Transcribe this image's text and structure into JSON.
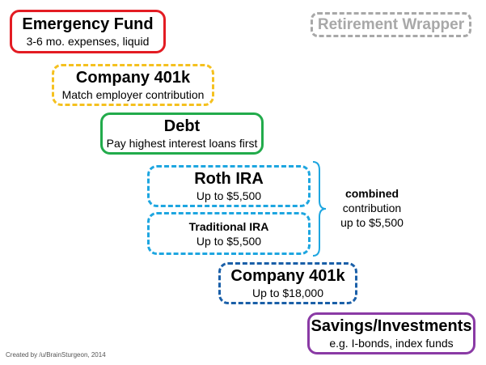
{
  "boxes": {
    "emergency_fund": {
      "title": "Emergency Fund",
      "subtitle": "3-6 mo. expenses, liquid",
      "color": "#e31c23",
      "border": "solid"
    },
    "company_401k_match": {
      "title": "Company 401k",
      "subtitle": "Match employer contribution",
      "color": "#f5c11f",
      "border": "dashed"
    },
    "debt": {
      "title": "Debt",
      "subtitle": "Pay highest interest loans first",
      "color": "#22ab4b",
      "border": "solid"
    },
    "roth_ira": {
      "title": "Roth IRA",
      "subtitle": "Up to $5,500",
      "color": "#1ea6e0",
      "border": "dashed"
    },
    "traditional_ira": {
      "title": "Traditional IRA",
      "subtitle": "Up to $5,500",
      "color": "#1ea6e0",
      "border": "dashed"
    },
    "company_401k_max": {
      "title": "Company 401k",
      "subtitle": "Up to $18,000",
      "color": "#1a5fa8",
      "border": "dashed"
    },
    "savings_investments": {
      "title": "Savings/Investments",
      "subtitle": "e.g. I-bonds, index funds",
      "color": "#8a3aa5",
      "border": "solid"
    }
  },
  "legend": {
    "retirement_wrapper": "Retirement Wrapper",
    "color": "#a8a8a8",
    "border": "dashed"
  },
  "ira_note": {
    "line1": "combined",
    "line2": "contribution",
    "line3": "up to $5,500"
  },
  "credit": "Created by /u/BrainSturgeon, 2014"
}
